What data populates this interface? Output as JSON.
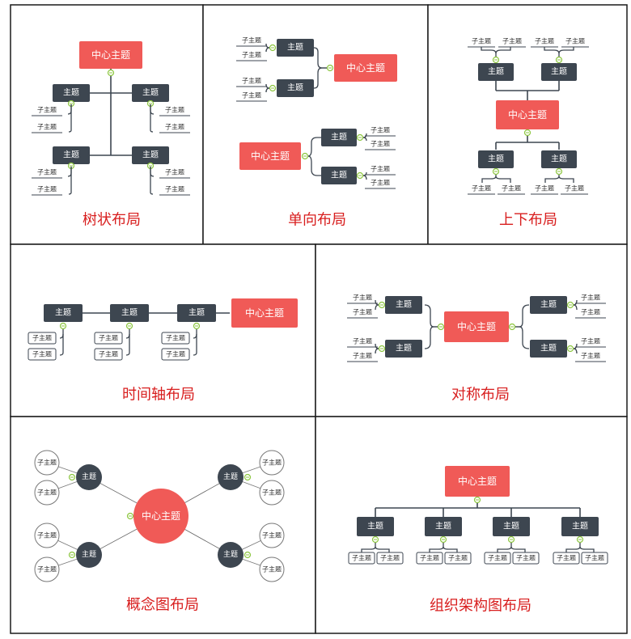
{
  "labels": {
    "center": "中心主题",
    "topic": "主题",
    "subtopic": "子主题"
  },
  "panels": [
    {
      "key": "tree",
      "title": "树状布局"
    },
    {
      "key": "single",
      "title": "单向布局"
    },
    {
      "key": "updown",
      "title": "上下布局"
    },
    {
      "key": "timeline",
      "title": "时间轴布局"
    },
    {
      "key": "symmetric",
      "title": "对称布局"
    },
    {
      "key": "concept",
      "title": "概念图布局"
    },
    {
      "key": "org",
      "title": "组织架构图布局"
    }
  ],
  "colors": {
    "center": "#f05a57",
    "topic": "#3d4650",
    "line": "#3d4650",
    "title": "#d81e1e",
    "connector": "#8cc63f",
    "border": "#1a1a1a"
  }
}
